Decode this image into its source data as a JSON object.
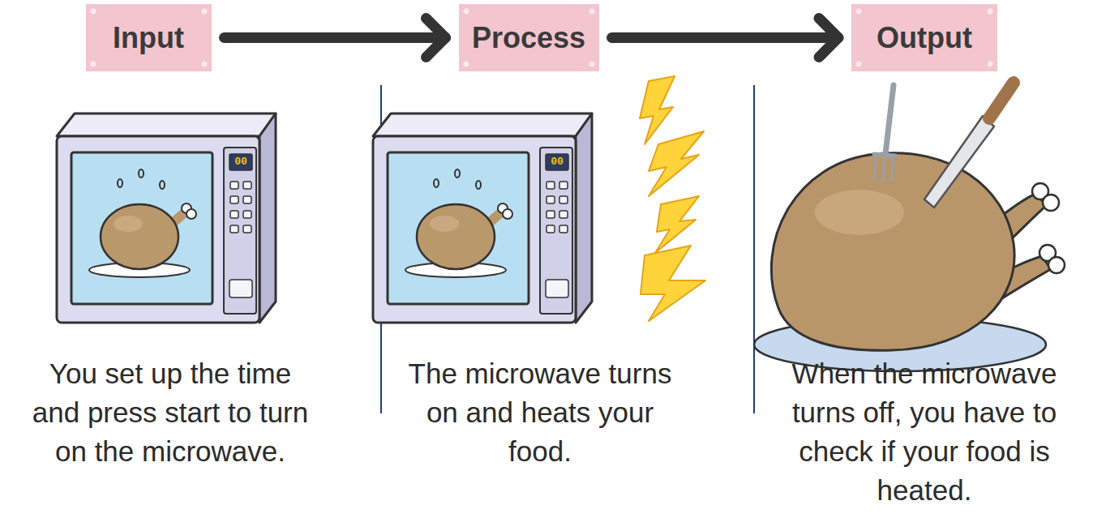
{
  "diagram": {
    "nodes": [
      {
        "text": [
          "Input"
        ]
      },
      {
        "text": [
          "Process"
        ]
      },
      {
        "text": [
          "Output"
        ]
      }
    ],
    "edges": [
      {
        "from": 0,
        "to": 1,
        "arrow": "to"
      },
      {
        "from": 1,
        "to": 2,
        "arrow": "to"
      }
    ],
    "labels": [
      "00",
      "You set up the time and press start to turn on the microwave.",
      "00",
      "The microwave turns on and heats your food.",
      "When the microwave turns off, you have to check if your food is heated."
    ]
  }
}
